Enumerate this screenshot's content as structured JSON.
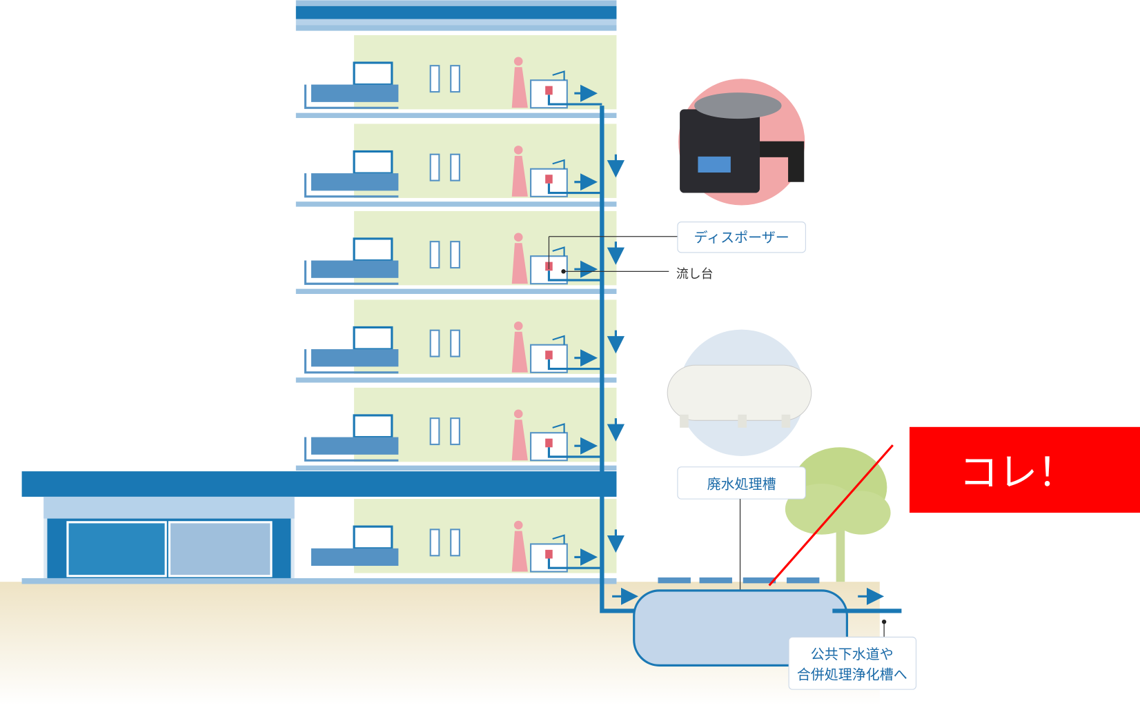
{
  "labels": {
    "disposer": "ディスポーザー",
    "sink": "流し台",
    "treatment_tank": "廃水処理槽",
    "outlet_line1": "公共下水道や",
    "outlet_line2": "合併処理浄化槽へ",
    "callout": "コレ！"
  },
  "colors": {
    "pipe": "#1a78b4",
    "callout_bg": "#ff0000",
    "floor_bg": "#e6efcc",
    "building": "#5592c4"
  }
}
